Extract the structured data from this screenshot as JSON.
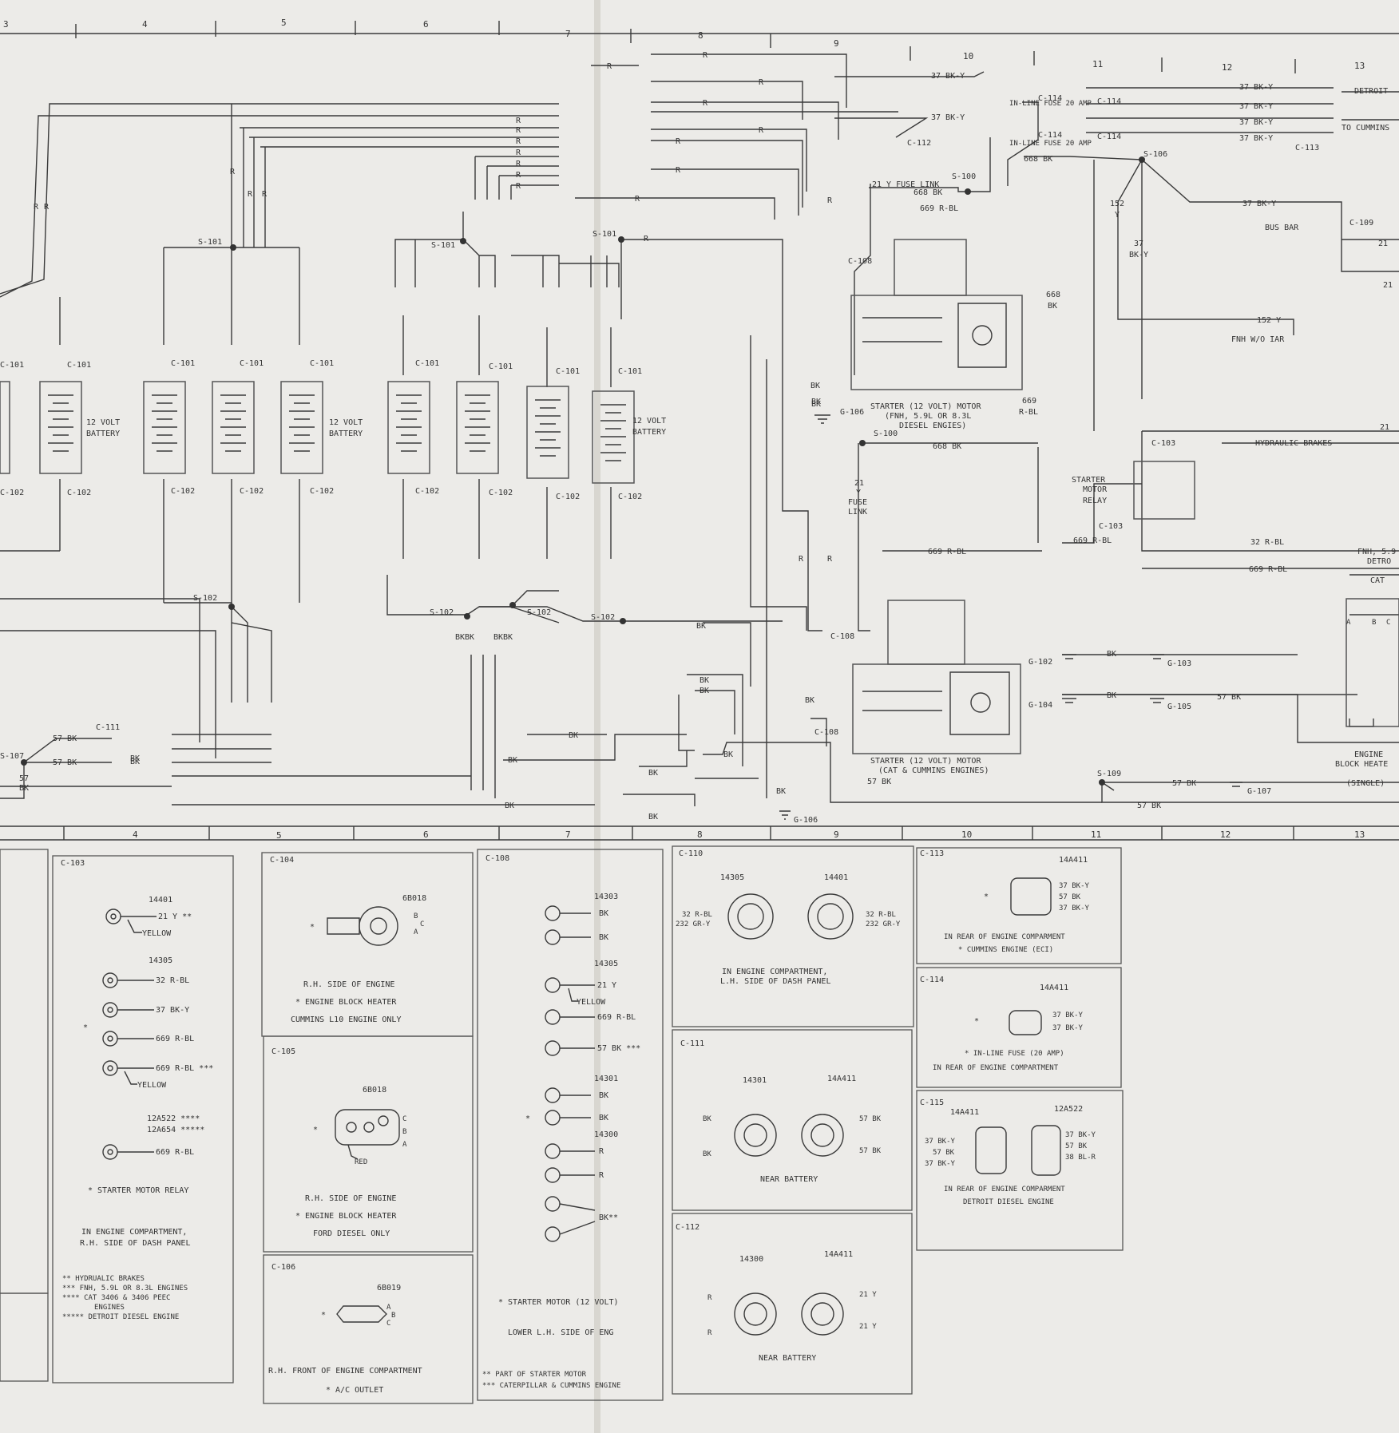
{
  "ruler": {
    "top": [
      "3",
      "4",
      "5",
      "6",
      "7",
      "8",
      "9",
      "10",
      "11",
      "12",
      "13"
    ],
    "bottom": [
      "4",
      "5",
      "6",
      "7",
      "8",
      "9",
      "10",
      "11",
      "12",
      "13"
    ]
  },
  "wire_labels": {
    "r": "R",
    "bk": "BK",
    "bk3": "BKBK",
    "y21": "21 Y FUSE LINK",
    "fl_21": "21",
    "fl_y": "Y",
    "fl_fuse": "FUSE",
    "fl_link": "LINK",
    "bk668": "668 BK",
    "rbl669": "669 R-BL",
    "bky37": "37 BK-Y",
    "bk57": "57 BK",
    "rbl32": "32 R-BL",
    "y152": "152 Y",
    "v152": "152",
    "v37": "37",
    "vbky": "BK-Y",
    "v668": "668",
    "v669": "669",
    "vrbl": "R-BL",
    "fnh": "FNH W/O IAR",
    "hydraulic": "HYDRAULIC BRAKES",
    "detroit": "DETROIT",
    "to_cummins": "TO CUMMINS",
    "bus_bar": "BUS BAR",
    "fuse20": "IN-LINE FUSE 20 AMP",
    "fnh59": "FNH, 5.9",
    "detro": "DETRO",
    "cat": "CAT",
    "abc_a": "A",
    "abc_b": "B",
    "abc_c": "C",
    "w21": "21",
    "v57": "57"
  },
  "splices": [
    "S-101",
    "S-102",
    "S-100",
    "S-106",
    "S-109",
    "S-107"
  ],
  "connectors": [
    "C-101",
    "C-102",
    "C-103",
    "C-108",
    "C-109",
    "C-111",
    "C-112",
    "C-113",
    "C-114"
  ],
  "grounds": [
    "G-106",
    "G-102",
    "G-103",
    "G-104",
    "G-105",
    "G-107"
  ],
  "battery_label": "12 VOLT BATTERY",
  "battery_word1": "12 VOLT",
  "battery_word2": "BATTERY",
  "components": {
    "starter_fnh_1": "STARTER (12 VOLT) MOTOR",
    "starter_fnh_2": "(FNH, 5.9L OR 8.3L",
    "starter_fnh_3": "DIESEL ENGIES)",
    "starter_cat_1": "STARTER (12 VOLT) MOTOR",
    "starter_cat_2": "(CAT & CUMMINS ENGINES)",
    "relay_1": "STARTER",
    "relay_2": "MOTOR",
    "relay_3": "RELAY",
    "heater_1": "ENGINE",
    "heater_2": "BLOCK HEATE",
    "heater_3": "(SINGLE)"
  },
  "panels": {
    "c103": {
      "title": "C-103",
      "p14401": "14401",
      "yel1": "21 Y **",
      "yellow": "YELLOW",
      "p14305": "14305",
      "w1": "32 R-BL",
      "w2": "37 BK-Y",
      "w3": "669 R-BL",
      "w4": "669 R-BL ***",
      "yellow2": "YELLOW",
      "star": "*",
      "p1": "12A522 ****",
      "p2": "12A654 *****",
      "w5": "669 R-BL",
      "note1": "* STARTER MOTOR RELAY",
      "note2": "IN ENGINE COMPARTMENT,",
      "note3": "R.H. SIDE OF DASH PANEL",
      "leg1": "** HYDRUALIC BRAKES",
      "leg2": "*** FNH, 5.9L OR 8.3L ENGINES",
      "leg3": "**** CAT 3406 & 3406 PEEC",
      "leg3b": "ENGINES",
      "leg4": "***** DETROIT DIESEL ENGINE"
    },
    "c104": {
      "title": "C-104",
      "part": "6B018",
      "b": "B",
      "c": "C",
      "a": "A",
      "star": "*",
      "n1": "R.H. SIDE OF ENGINE",
      "n2": "* ENGINE BLOCK HEATER",
      "n3": "CUMMINS L10 ENGINE ONLY"
    },
    "c105": {
      "title": "C-105",
      "part": "6B018",
      "c": "C",
      "b": "B",
      "a": "A",
      "red": "RED",
      "star": "*",
      "n1": "R.H. SIDE OF ENGINE",
      "n2": "* ENGINE BLOCK HEATER",
      "n3": "FORD DIESEL ONLY"
    },
    "c106": {
      "title": "C-106",
      "part": "6B019",
      "a": "A",
      "b": "B",
      "c": "C",
      "star": "*",
      "n1": "R.H. FRONT OF ENGINE COMPARTMENT",
      "n2": "* A/C OUTLET"
    },
    "c108": {
      "title": "C-108",
      "p1": "14303",
      "bk": "BK",
      "p2": "14305",
      "y21": "21 Y",
      "yellow": "YELLOW",
      "rbl": "669 R-BL",
      "bk57": "57 BK ***",
      "p3": "14301",
      "p4": "14300",
      "r": "R",
      "bkstar": "BK**",
      "star": "*",
      "n1": "* STARTER MOTOR (12 VOLT)",
      "n2": "LOWER L.H. SIDE OF ENG",
      "n3": "** PART OF STARTER MOTOR",
      "n4": "*** CATERPILLAR & CUMMINS ENGINE"
    },
    "c110": {
      "title": "C-110",
      "p1": "14305",
      "p2": "14401",
      "l1": "32 R-BL",
      "l2": "232 GR-Y",
      "r1": "32 R-BL",
      "r2": "232 GR-Y",
      "n1": "IN ENGINE COMPARTMENT,",
      "n2": "L.H. SIDE OF DASH PANEL"
    },
    "c111": {
      "title": "C-111",
      "p1": "14301",
      "p2": "14A411",
      "bk": "BK",
      "bk57": "57 BK",
      "n1": "NEAR BATTERY"
    },
    "c112": {
      "title": "C-112",
      "p1": "14300",
      "p2": "14A411",
      "r": "R",
      "y21": "21 Y",
      "n1": "NEAR BATTERY"
    },
    "c113": {
      "title": "C-113",
      "part": "14A411",
      "w1": "37 BK-Y",
      "w2": "57 BK",
      "w3": "37 BK-Y",
      "star": "*",
      "n1": "IN REAR OF ENGINE COMPARMENT",
      "n2": "* CUMMINS ENGINE (ECI)"
    },
    "c114": {
      "title": "C-114",
      "part": "14A411",
      "w1": "37 BK-Y",
      "w2": "37 BK-Y",
      "star": "*",
      "n1": "* IN-LINE FUSE (20 AMP)",
      "n2": "IN REAR OF ENGINE COMPARTMENT"
    },
    "c115": {
      "title": "C-115",
      "p1": "14A411",
      "p2": "12A522",
      "l1": "37 BK-Y",
      "l2": "57 BK",
      "l3": "37 BK-Y",
      "r1": "37 BK-Y",
      "r2": "57 BK",
      "r3": "38 BL-R",
      "n1": "IN REAR OF ENGINE COMPARMENT",
      "n2": "DETROIT DIESEL ENGINE"
    }
  }
}
